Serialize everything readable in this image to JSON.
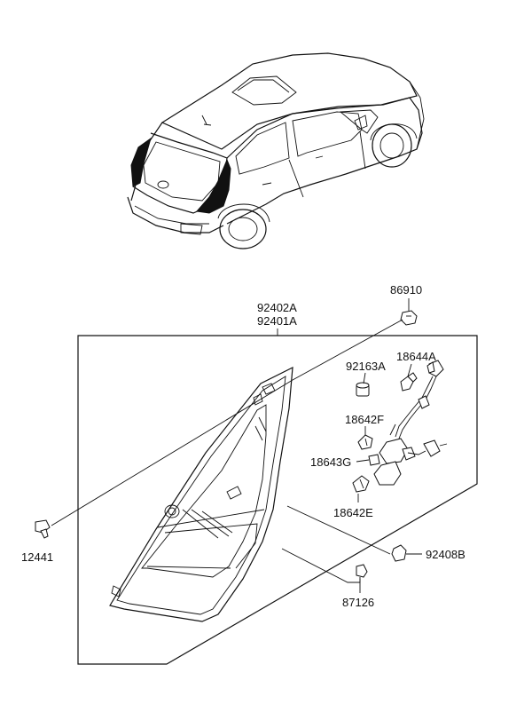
{
  "part_labels": {
    "p86910": "86910",
    "p92402A": "92402A",
    "p92401A": "92401A",
    "p18644A": "18644A",
    "p92163A": "92163A",
    "p18642F": "18642F",
    "p18643G": "18643G",
    "p18642E": "18642E",
    "p12441": "12441",
    "p92408B": "92408B",
    "p87126": "87126"
  },
  "colors": {
    "ink": "#111111",
    "highlight": "#111111",
    "background": "#ffffff"
  }
}
